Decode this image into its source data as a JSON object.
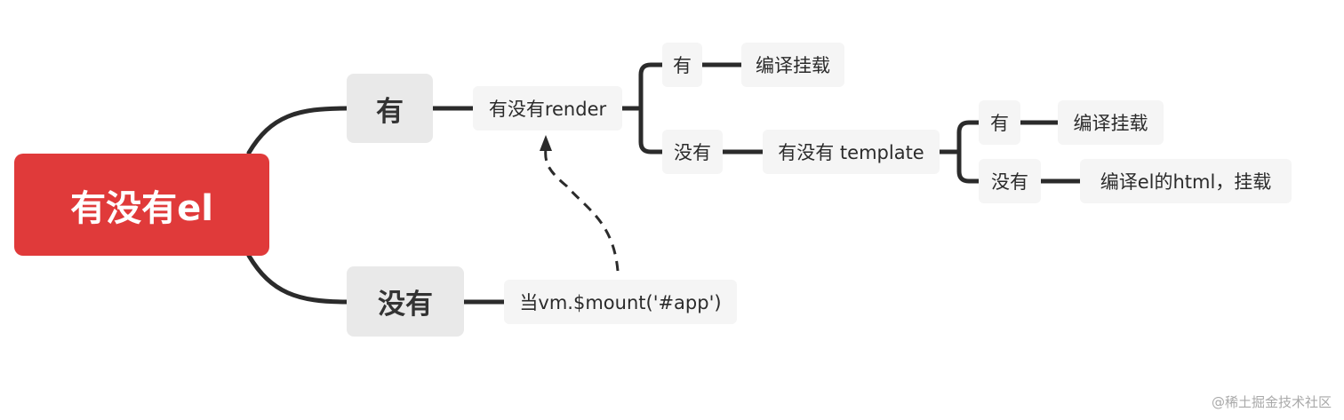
{
  "root": {
    "label": "有没有el"
  },
  "branch_yes": {
    "label": "有",
    "render_question": "有没有render",
    "render_yes": {
      "label": "有",
      "result": "编译挂载"
    },
    "render_no": {
      "label": "没有",
      "template_question": "有没有 template",
      "template_yes": {
        "label": "有",
        "result": "编译挂载"
      },
      "template_no": {
        "label": "没有",
        "result": "编译el的html，挂载"
      }
    }
  },
  "branch_no": {
    "label": "没有",
    "mount": "当vm.$mount('#app')"
  },
  "watermark": "@稀土掘金技术社区",
  "colors": {
    "root": "#e03a3a",
    "line": "#2b2b2b"
  }
}
